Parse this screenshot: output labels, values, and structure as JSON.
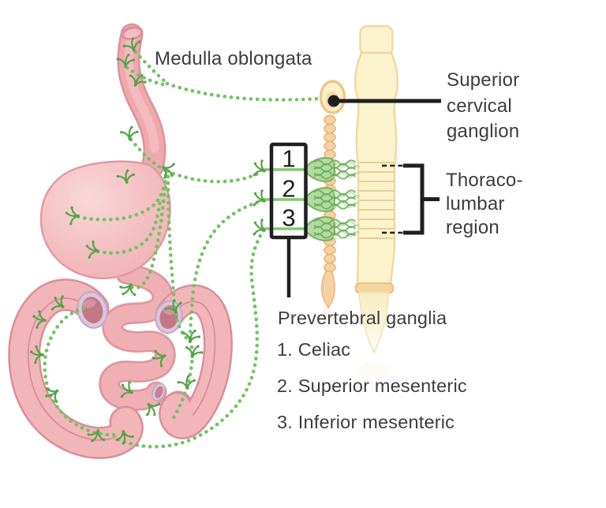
{
  "labels": {
    "medulla_oblongata": "Medulla oblongata",
    "superior_cervical_ganglion": {
      "lines": [
        "Superior",
        "cervical",
        "ganglion"
      ]
    },
    "thoracolumbar_region": {
      "lines": [
        "Thoraco-",
        "lumbar",
        "region"
      ]
    },
    "prevertebral_ganglia": "Prevertebral ganglia"
  },
  "ganglia_box": {
    "numbers": [
      "1",
      "2",
      "3"
    ]
  },
  "ganglia_list": {
    "items": [
      "1. Celiac",
      "2. Superior mesenteric",
      "3. Inferior mesenteric"
    ]
  },
  "colors": {
    "nerve_green": "#72C364",
    "nerve_dark_green": "#55A449",
    "organ_pink": "#F2B5B9",
    "organ_pink_border": "#DC929B",
    "cns_cream": "#FBF3CE",
    "cns_border": "#EFD9A2",
    "chain_tan": "#F5D2A2",
    "cut_ring_lavender": "#D9C5DC",
    "label_ink": "#3d3d3d",
    "annotation_black": "#1f1f1f"
  }
}
